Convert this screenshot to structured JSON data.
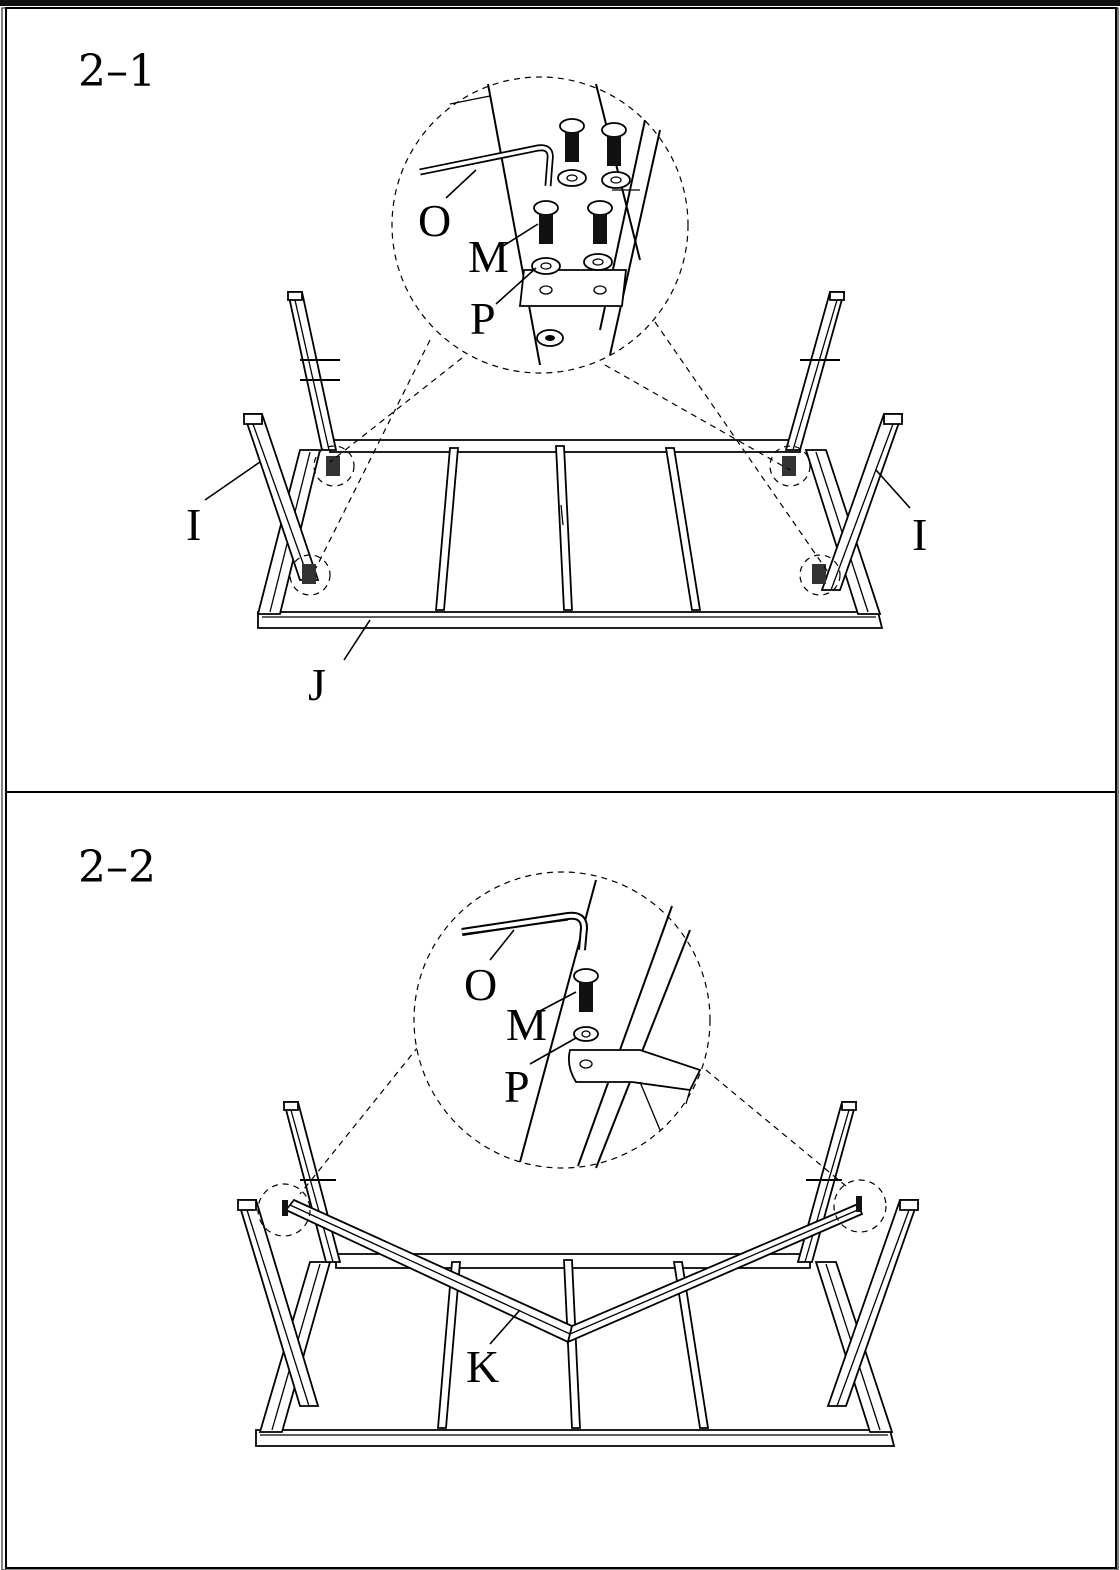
{
  "steps": [
    {
      "id": "2-1",
      "label": "2–1",
      "parts": {
        "allen_key": "O",
        "bolt": "M",
        "washer": "P",
        "legs_left": "I",
        "legs_right": "I",
        "frame": "J"
      }
    },
    {
      "id": "2-2",
      "label": "2–2",
      "parts": {
        "allen_key": "O",
        "bolt": "M",
        "washer": "P",
        "brace": "K"
      }
    }
  ]
}
